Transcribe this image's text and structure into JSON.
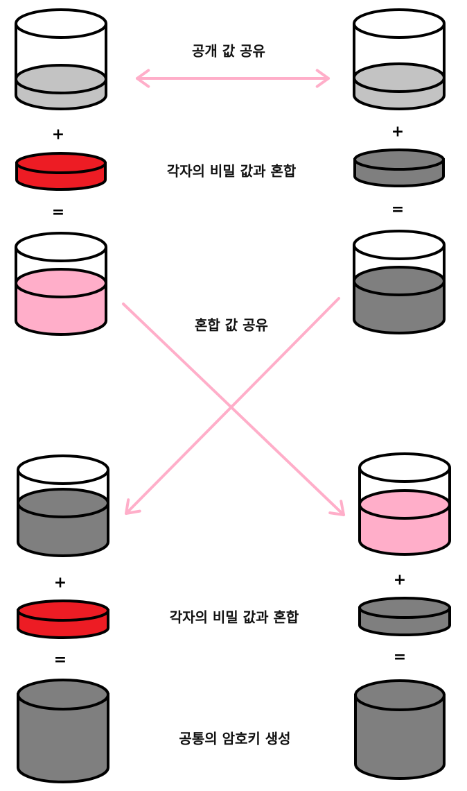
{
  "labels": {
    "share_public": "공개 값 공유",
    "mix_secret_top": "각자의 비밀 값과 혼합",
    "share_mixed": "혼합 값 공유",
    "mix_secret_bottom": "각자의 비밀 값과 혼합",
    "common_key": "공통의 암호키 생성"
  },
  "symbols": {
    "plus": "+",
    "equals": "="
  },
  "colors": {
    "public_gray": "#c3c3c3",
    "secret_red": "#ed1c24",
    "secret_gray": "#7f7f7f",
    "mixed_pink": "#ffaec9",
    "mixed_gray": "#7f7f7f",
    "key_gray": "#7f7f7f",
    "arrow_pink": "#ffaec9",
    "outline": "#000000"
  }
}
